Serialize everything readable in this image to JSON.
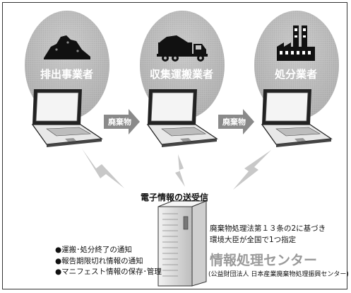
{
  "actors": {
    "generator": "排出事業者",
    "transporter": "収集運搬業者",
    "disposer": "処分業者"
  },
  "flow_arrows": {
    "arrow1": "廃棄物",
    "arrow2": "廃棄物"
  },
  "transmission_label": "電子情報の送受信",
  "center": {
    "designation_line1": "廃棄物処理法第１３条の2に基づき",
    "designation_line2": "環境大臣が全国で1つ指定",
    "name": "情報処理センター",
    "organization": "(公益財団法人 日本産業廃棄物処理振興センター)"
  },
  "functions": [
    "●運搬･処分終了の通知",
    "●報告期限切れ情報の通知",
    "●マニフェスト情報の保存･管理"
  ],
  "colors": {
    "ellipse_gray": "#b8b8b8",
    "arrow_gray": "#8a8a8a",
    "icon_black": "#111111",
    "server_gray": "#d9d9d9",
    "name_gray": "#9a9a9a"
  },
  "icons": [
    "waste-pile-icon",
    "truck-icon",
    "factory-icon",
    "laptop-icon",
    "server-icon"
  ]
}
